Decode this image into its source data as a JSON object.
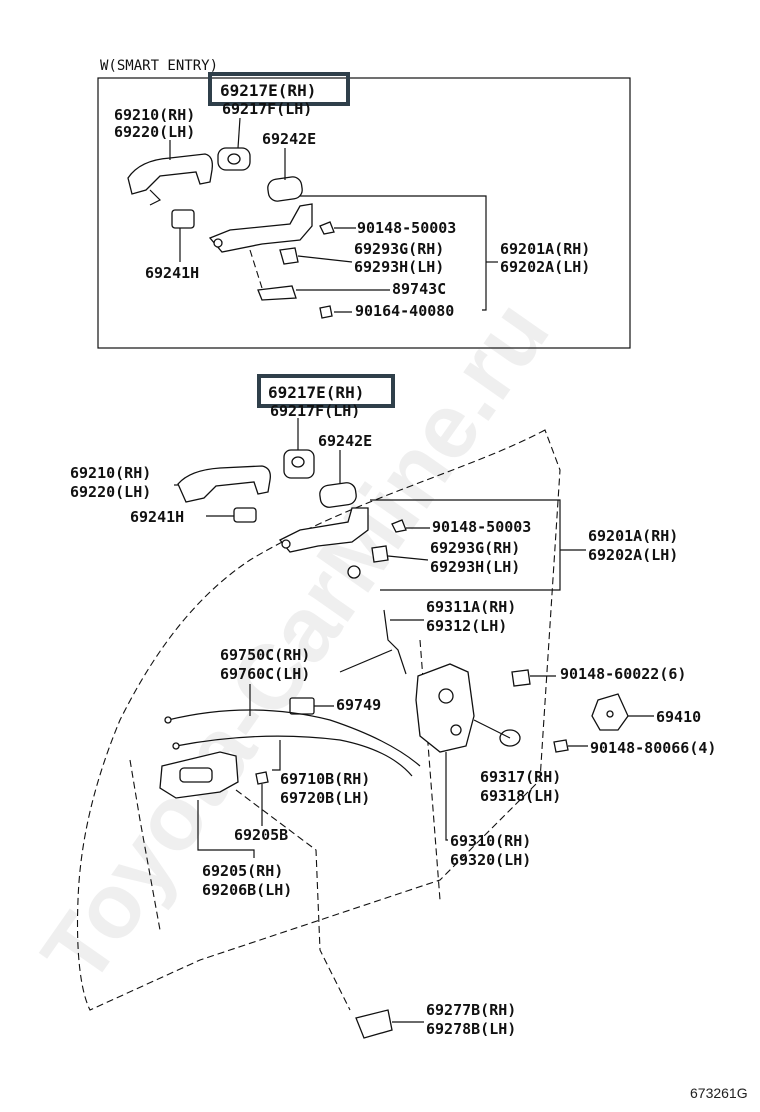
{
  "diagram": {
    "watermark": "Toyota-CarMine.ru",
    "footer_code": "673261G",
    "smart_entry": {
      "caption": "W(SMART ENTRY)",
      "labels": {
        "p69217E": "69217E(RH)",
        "p69217F": "69217F(LH)",
        "p69210": "69210(RH)",
        "p69220": "69220(LH)",
        "p69242E": "69242E",
        "p90148_50003": "90148-50003",
        "p69293G": "69293G(RH)",
        "p69293H": "69293H(LH)",
        "p69201A": "69201A(RH)",
        "p69202A": "69202A(LH)",
        "p69241H": "69241H",
        "p89743C": "89743C",
        "p90164_40080": "90164-40080"
      }
    },
    "main": {
      "labels": {
        "p69217E": "69217E(RH)",
        "p69217F": "69217F(LH)",
        "p69242E": "69242E",
        "p69210": "69210(RH)",
        "p69220": "69220(LH)",
        "p69241H": "69241H",
        "p90148_50003": "90148-50003",
        "p69201A": "69201A(RH)",
        "p69202A": "69202A(LH)",
        "p69293G": "69293G(RH)",
        "p69293H": "69293H(LH)",
        "p69311A": "69311A(RH)",
        "p69312": "69312(LH)",
        "p69750C": "69750C(RH)",
        "p69760C": "69760C(LH)",
        "p90148_60022": "90148-60022(6)",
        "p69749": "69749",
        "p69410": "69410",
        "p90148_80066": "90148-80066(4)",
        "p69710B": "69710B(RH)",
        "p69720B": "69720B(LH)",
        "p69317": "69317(RH)",
        "p69318": "69318(LH)",
        "p69205B": "69205B",
        "p69310": "69310(RH)",
        "p69320": "69320(LH)",
        "p69205": "69205(RH)",
        "p69206B": "69206B(LH)",
        "p69277B": "69277B(RH)",
        "p69278B": "69278B(LH)"
      }
    }
  }
}
